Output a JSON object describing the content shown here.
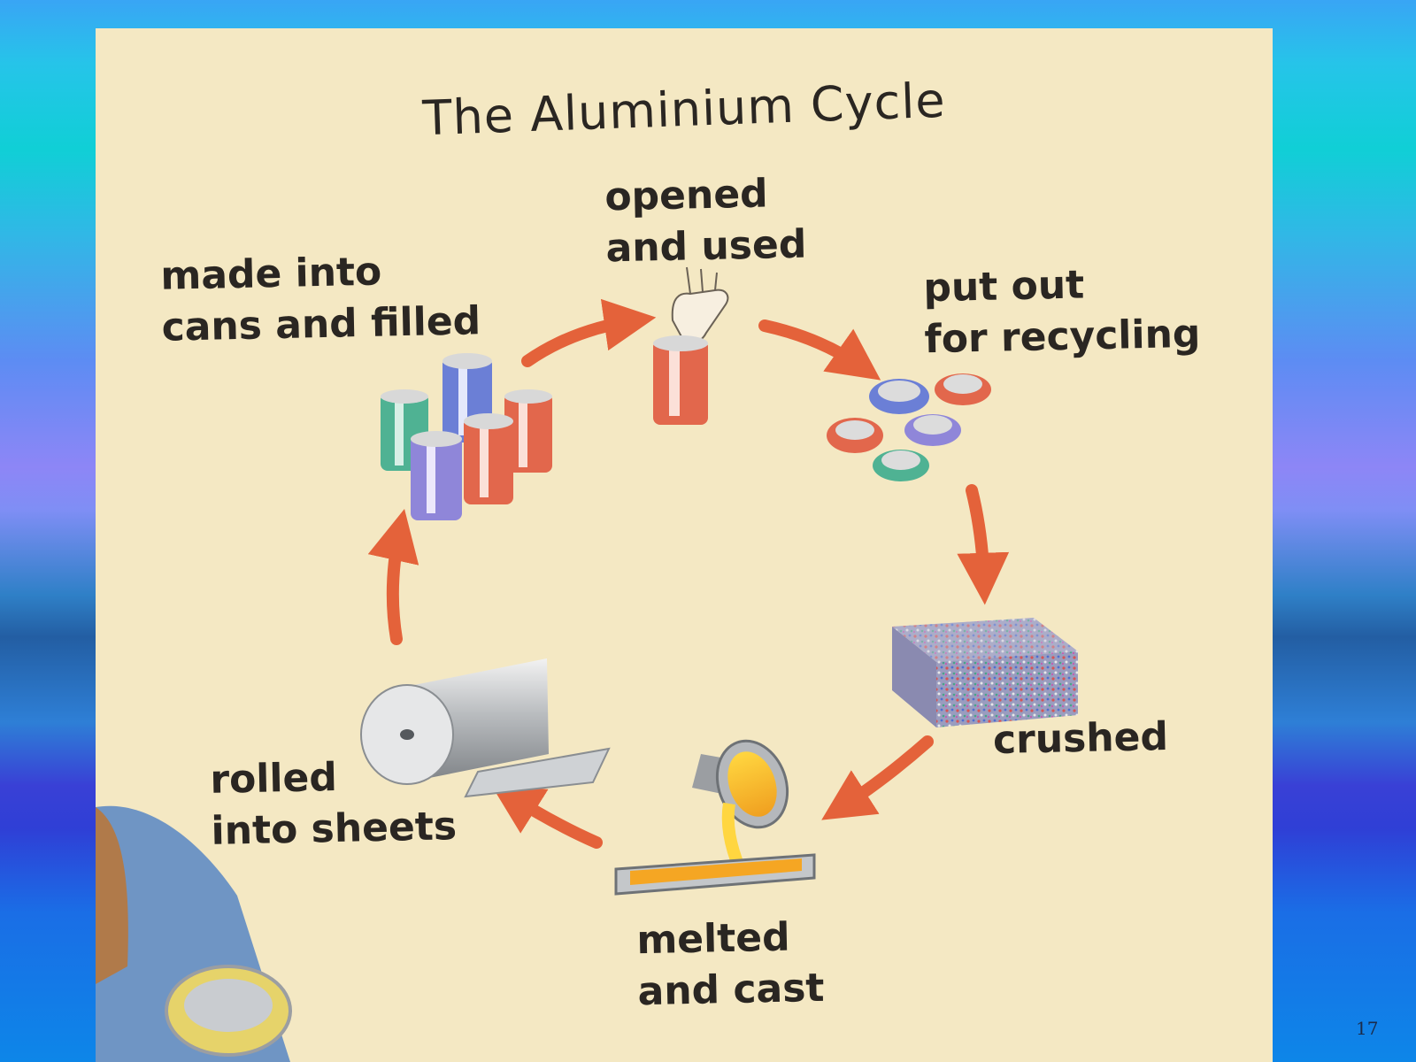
{
  "title": "The Aluminium Cycle",
  "steps": [
    {
      "id": "made",
      "label": "made into\ncans and filled"
    },
    {
      "id": "opened",
      "label": "opened\nand used"
    },
    {
      "id": "putout",
      "label": "put out\nfor recycling"
    },
    {
      "id": "crushed",
      "label": "crushed"
    },
    {
      "id": "melted",
      "label": "melted\nand cast"
    },
    {
      "id": "rolled",
      "label": "rolled\ninto sheets"
    }
  ],
  "page_number": "17",
  "colors": {
    "arrow": "#e4623a",
    "panel": "#f4e8c3",
    "text": "#2a2622"
  },
  "icons": [
    "filled-cans-icon",
    "hand-opening-can-icon",
    "crushed-cans-icon",
    "crushed-block-icon",
    "ladle-pouring-icon",
    "aluminium-roll-icon"
  ]
}
